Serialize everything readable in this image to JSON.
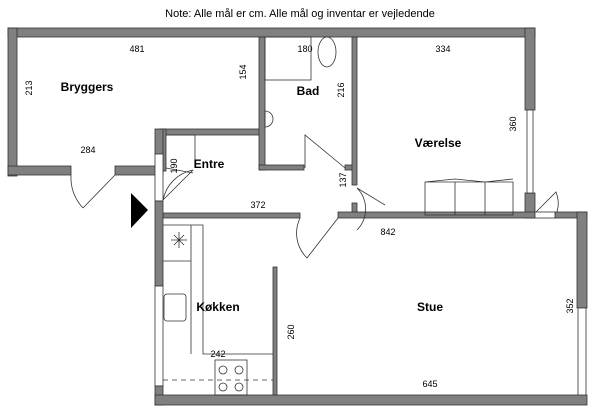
{
  "note": "Note: Alle mål er cm. Alle mål og inventar er vejledende",
  "rooms": {
    "bryggers": {
      "label": "Bryggers",
      "dims": [
        "481",
        "213",
        "154",
        "284"
      ]
    },
    "bad": {
      "label": "Bad",
      "dims": [
        "180",
        "216"
      ]
    },
    "vaerelse": {
      "label": "Værelse",
      "dims": [
        "334",
        "360"
      ]
    },
    "entre": {
      "label": "Entre",
      "dims": [
        "190",
        "137",
        "372"
      ]
    },
    "koekken": {
      "label": "Køkken",
      "dims": [
        "242",
        "260"
      ]
    },
    "stue": {
      "label": "Stue",
      "dims": [
        "842",
        "352",
        "645"
      ]
    }
  },
  "colors": {
    "wall": "#808080",
    "line": "#333333"
  }
}
